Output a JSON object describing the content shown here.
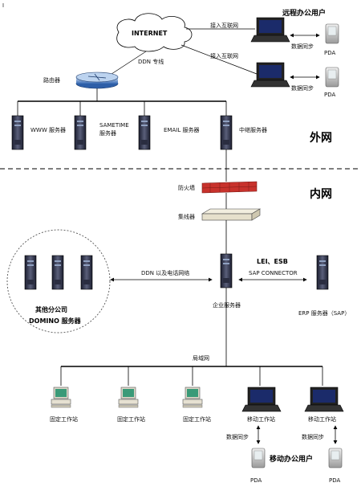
{
  "labels": {
    "internet": "INTERNET",
    "remote_users": "远程办公用户",
    "access_internet_1": "接入互联网",
    "access_internet_2": "接入互联网",
    "sync_1": "数据同步",
    "sync_2": "数据同步",
    "pda_1": "PDA",
    "pda_2": "PDA",
    "ddn": "DDN 专线",
    "router": "路由器",
    "www": "WWW 服务器",
    "sametime_1": "SAMETIME",
    "sametime_2": "服务器",
    "email": "EMAIL 服务器",
    "relay": "中继服务器",
    "outer_net": "外网",
    "inner_net": "内网",
    "firewall": "防火墙",
    "switch": "集线器",
    "branch_1": "其他分公司",
    "branch_2": "DOMINO 服务器",
    "ddn_link": "DDN 以及电话网络",
    "enterprise": "企业服务器",
    "lei_esb": "LEI、ESB",
    "sap_connector": "SAP CONNECTOR",
    "erp": "ERP 服务器（SAP）",
    "lan": "局域网",
    "ws_1": "固定工作站",
    "ws_2": "固定工作站",
    "ws_3": "固定工作站",
    "mobile_ws_1": "移动工作站",
    "mobile_ws_2": "移动工作站",
    "sync_3": "数据同步",
    "sync_4": "数据同步",
    "mobile_users": "移动办公用户",
    "pda_3": "PDA",
    "pda_4": "PDA"
  }
}
